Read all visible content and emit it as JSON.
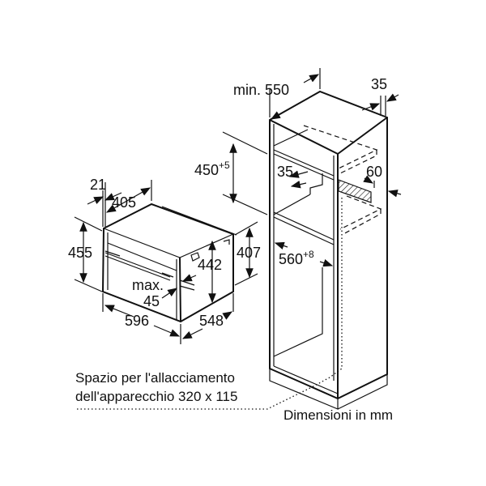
{
  "oven": {
    "depth_front": "21",
    "depth_body": "405",
    "height_total": "455",
    "height_body": "442",
    "height_rear": "407",
    "max_label": "max.",
    "max_value": "45",
    "width": "596",
    "depth_total": "548"
  },
  "cabinet": {
    "min_depth": "min. 550",
    "side_35_top": "35",
    "niche_height": "450",
    "niche_height_tol": "+5",
    "shelf_35": "35",
    "vent_60": "60",
    "niche_width": "560",
    "niche_width_tol": "+8"
  },
  "notes": {
    "connection_line1": "Spazio per l'allacciamento",
    "connection_line2": "dell'apparecchio 320 x 115",
    "units": "Dimensioni in mm"
  }
}
